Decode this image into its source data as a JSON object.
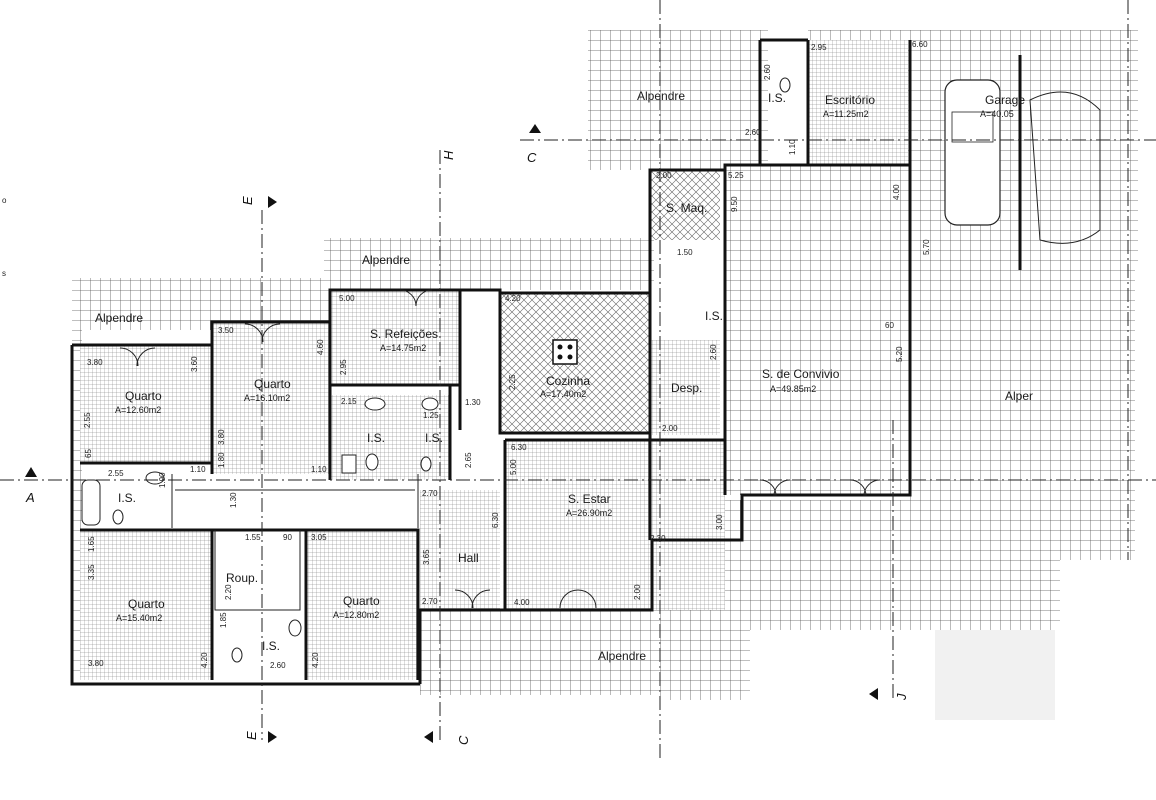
{
  "rooms": {
    "alpendre_left": "Alpendre",
    "alpendre_top": "Alpendre",
    "alpendre_north": "Alpendre",
    "alpendre_south": "Alpendre",
    "alpendre_east": "Alper",
    "quarto1": {
      "name": "Quarto",
      "area": "A=12.60m2"
    },
    "quarto2": {
      "name": "Quarto",
      "area": "A=16.10m2"
    },
    "quarto3": {
      "name": "Quarto",
      "area": "A=15.40m2"
    },
    "quarto4": {
      "name": "Quarto",
      "area": "A=12.80m2"
    },
    "refeicoes": {
      "name": "S. Refeições",
      "area": "A=14.75m2"
    },
    "cozinha": {
      "name": "Cozinha",
      "area": "A=17.40m2"
    },
    "desp": "Desp.",
    "convivio": {
      "name": "S. de Convivio",
      "area": "A=49.85m2"
    },
    "estar": {
      "name": "S. Estar",
      "area": "A=26.90m2"
    },
    "escritorio": {
      "name": "Escritório",
      "area": "A=11.25m2"
    },
    "garagem": {
      "name": "Garage",
      "area": "A=40.05"
    },
    "smaq": "S. Maq.",
    "hall": "Hall",
    "roup": "Roup.",
    "is1": "I.S.",
    "is2": "I.S.",
    "is3": "I.S.",
    "is4": "I.S.",
    "is5": "I.S.",
    "is6": "I.S."
  },
  "dimensions": {
    "d_380a": "3.80",
    "d_360a": "3.60",
    "d_255a": "2.55",
    "d_350": "3.50",
    "d_460": "4.60",
    "d_380b": "3.80",
    "d_180a": "1.80",
    "d_110a": "1.10",
    "d_110b": "1.10",
    "d_500a": "5.00",
    "d_295a": "2.95",
    "d_215": "2.15",
    "d_125": "1.25",
    "d_130a": "1.30",
    "d_420a": "4.20",
    "d_225": "2.25",
    "d_260a": "2.60",
    "d_200a": "2.00",
    "d_150": "1.50",
    "d_200b": "2.00",
    "d_265": "2.65",
    "d_365": "3.65",
    "d_260b": "2.60",
    "d_295b": "2.95",
    "d_660": "6.60",
    "d_260c": "2.60",
    "d_110c": "1.10",
    "d_525": "5.25",
    "d_950": "9.50",
    "d_400a": "4.00",
    "d_570": "5.70",
    "d_520": "5.20",
    "d_60": "60",
    "d_630a": "6.30",
    "d_500b": "5.00",
    "d_270a": "2.70",
    "d_630b": "6.30",
    "d_270b": "2.70",
    "d_400b": "4.00",
    "d_200c": "2.00",
    "d_230": "2.30",
    "d_300": "3.00",
    "d_255b": "2.55",
    "d_190": "1.90",
    "d_130b": "1.30",
    "d_165": "1.65",
    "d_335": "3.35",
    "d_380c": "3.80",
    "d_420b": "4.20",
    "d_155": "1.55",
    "d_90": "90",
    "d_305": "3.05",
    "d_220": "2.20",
    "d_185": "1.85",
    "d_260d": "2.60",
    "d_420c": "4.20",
    "d_65": "65"
  },
  "sections": {
    "a_left": "A",
    "e_top": "E",
    "e_bottom": "E",
    "h_top": "H",
    "c_top": "C",
    "c_bottom": "C",
    "j_bottom": "J"
  },
  "margin_marks": [
    "o",
    "s"
  ]
}
